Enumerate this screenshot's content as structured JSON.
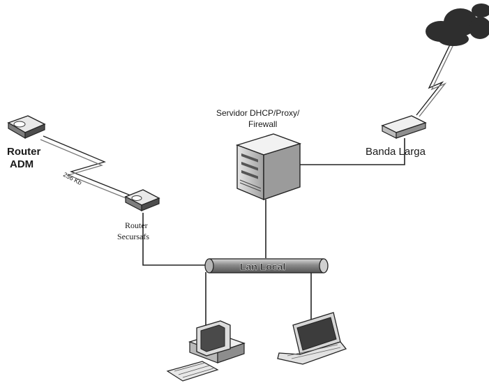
{
  "nodes": {
    "router_adm": {
      "label_line1": "Router",
      "label_line2": "ADM"
    },
    "router_secundario": {
      "label_line1": "Router",
      "label_line2": "Secursafs"
    },
    "server": {
      "label_line1": "Servidor DHCP/Proxy/",
      "label_line2": "Firewall"
    },
    "broadband": {
      "label": "Banda Larga"
    },
    "lan": {
      "label": "Lan Local"
    }
  },
  "links": {
    "wan_speed": "256 Kb"
  },
  "colors": {
    "line": "#222222",
    "cloud": "#2e2e2e",
    "lan_pipe": "#9a9a9a"
  },
  "icons": [
    "router-icon",
    "server-tower-icon",
    "broadband-modem-icon",
    "cloud-icon",
    "desktop-computer-icon",
    "laptop-icon",
    "lightning-link-icon"
  ]
}
